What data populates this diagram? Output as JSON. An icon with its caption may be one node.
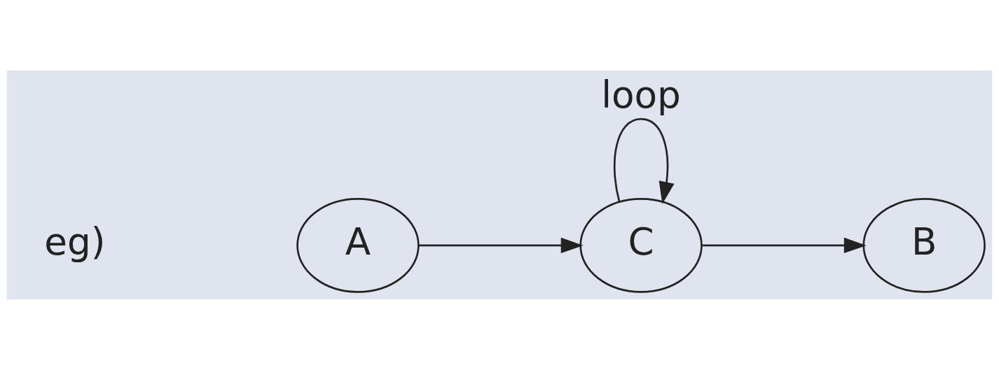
{
  "diagram": {
    "nodes": [
      {
        "text": [
          "A"
        ]
      },
      {
        "text": [
          "C"
        ]
      },
      {
        "text": [
          "B"
        ]
      }
    ],
    "edges": [
      {
        "from": 0,
        "to": 1,
        "arrow": "to"
      },
      {
        "from": 1,
        "to": 1,
        "arrow": "to",
        "label": "loop"
      },
      {
        "from": 1,
        "to": 2,
        "arrow": "to"
      }
    ],
    "labels": [
      "eg)"
    ]
  }
}
